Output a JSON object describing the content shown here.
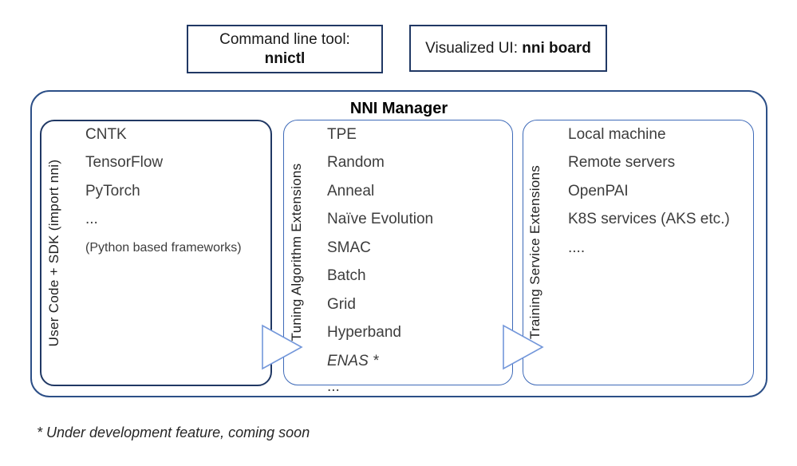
{
  "colors": {
    "dark_navy_border": "#203864",
    "outer_box_border": "#2c4f87",
    "inner_blue_border": "#3e6ab8",
    "arrow_blue": "#7397da",
    "item_text": "#3d3d3d"
  },
  "top_boxes": {
    "command_line": {
      "label": "Command line tool:",
      "value": "nnictl"
    },
    "visualized_ui": {
      "label": "Visualized UI: ",
      "value": "nni board"
    }
  },
  "manager": {
    "title": "NNI Manager",
    "user_code": {
      "label": "User Code + SDK (import nni)",
      "items": [
        "CNTK",
        "TensorFlow",
        "PyTorch",
        "..."
      ],
      "note": "(Python based frameworks)"
    },
    "tuning": {
      "label": "Tuning Algorithm Extensions",
      "items": [
        "TPE",
        "Random",
        "Anneal",
        "Naïve Evolution",
        "SMAC",
        "Batch",
        "Grid",
        "Hyperband",
        "ENAS *"
      ],
      "overflow": "..."
    },
    "training": {
      "label": "Training Service Extensions",
      "items": [
        "Local machine",
        "Remote servers",
        "OpenPAI",
        "K8S services (AKS etc.)",
        "...."
      ]
    }
  },
  "footnote": "* Under development feature, coming soon"
}
